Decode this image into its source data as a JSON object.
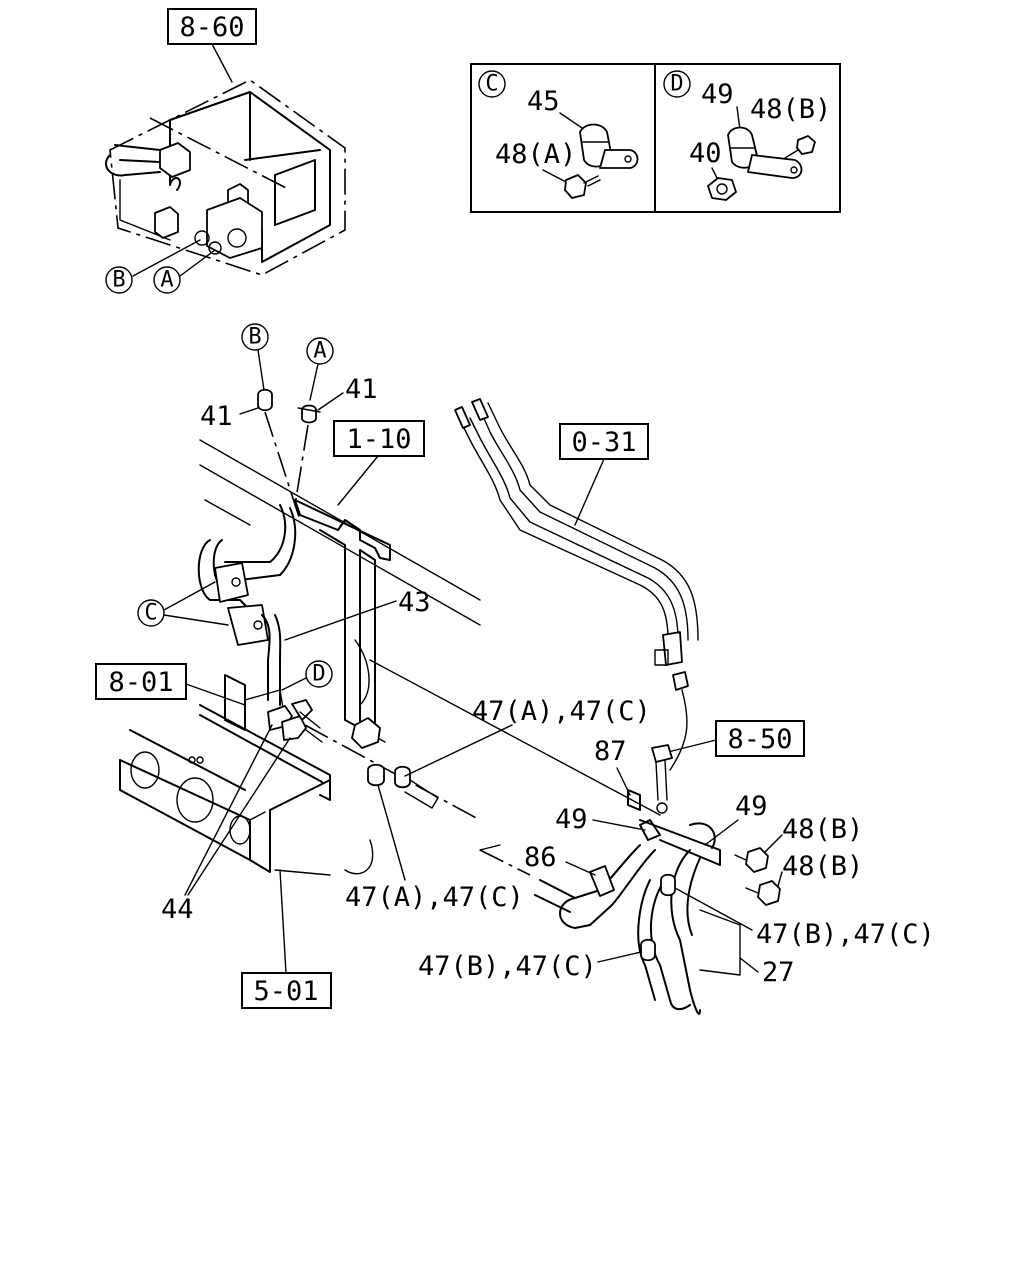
{
  "refs": {
    "r860": "8-60",
    "r110": "1-10",
    "r031": "0-31",
    "r801": "8-01",
    "r850": "8-50",
    "r501": "5-01"
  },
  "circles": {
    "a": "A",
    "b": "B",
    "c": "C",
    "d": "D"
  },
  "parts": {
    "p45": "45",
    "p48a": "48(A)",
    "p49": "49",
    "p48b": "48(B)",
    "p40": "40",
    "p41": "41",
    "p43": "43",
    "p44": "44",
    "p47ac": "47(A),47(C)",
    "p47bc": "47(B),47(C)",
    "p87": "87",
    "p86": "86",
    "p27": "27"
  }
}
